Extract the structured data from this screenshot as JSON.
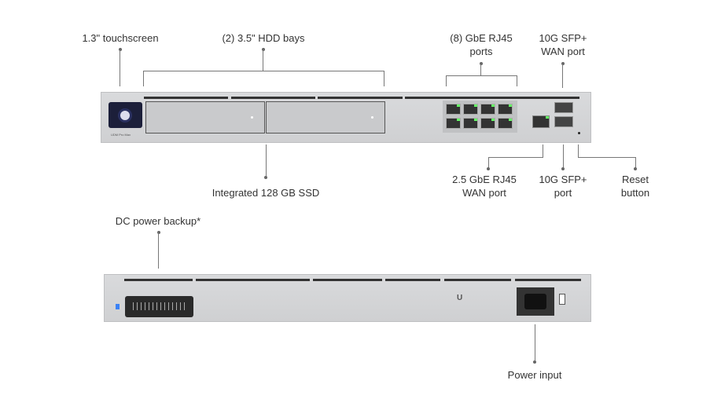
{
  "front_labels": {
    "touchscreen": "1.3\" touchscreen",
    "hdd_bays": "(2) 3.5\" HDD bays",
    "gbe_ports_line1": "(8) GbE RJ45",
    "gbe_ports_line2": "ports",
    "sfp_wan_line1": "10G SFP+",
    "sfp_wan_line2": "WAN port",
    "ssd": "Integrated 128 GB SSD",
    "rj45_wan_line1": "2.5 GbE RJ45",
    "rj45_wan_line2": "WAN port",
    "sfp_port_line1": "10G SFP+",
    "sfp_port_line2": "port",
    "reset_line1": "Reset",
    "reset_line2": "button"
  },
  "rear_labels": {
    "dc_backup": "DC power backup*",
    "power_input": "Power input"
  },
  "device": {
    "model_text": "UDM Pro Max"
  },
  "colors": {
    "led": "#66ff66",
    "screen": "#1c1f3a"
  }
}
